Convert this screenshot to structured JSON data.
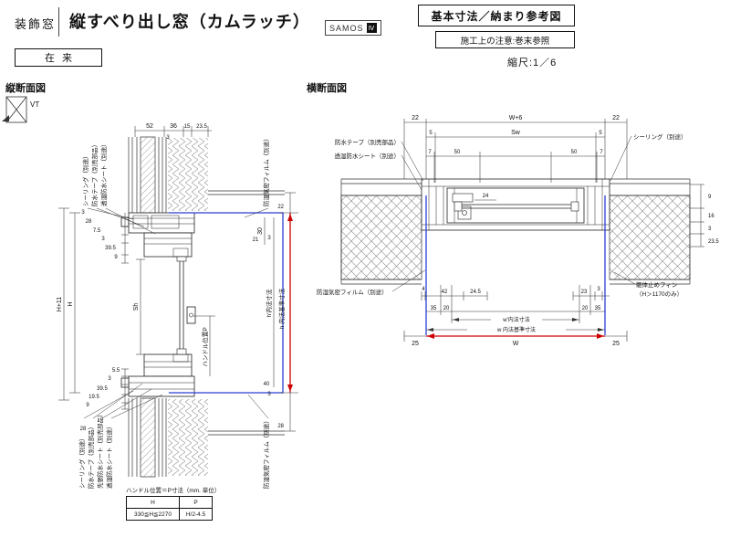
{
  "header": {
    "category": "装飾窓",
    "title": "縦すべり出し窓（カムラッチ）",
    "brand": "SAMOS",
    "brand_mark": "Ⅳ",
    "ref_title": "基本寸法／納まり参考図",
    "construction_note": "施工上の注意:巻末参照",
    "scale": "縮尺:1／6",
    "method": "在来"
  },
  "vertical_section": {
    "title": "縦断面図",
    "symbol": "VT",
    "top_callouts": [
      "シーリング（別途）",
      "防水テープ（別売部品）",
      "透湿防水シート（別途）"
    ],
    "top_right_callout": "防湿気密フィルム（別途）",
    "top_dims": [
      "52",
      "36",
      "15",
      "23.5",
      "3"
    ],
    "left_dims_upper": [
      "3",
      "28",
      "7.5",
      "3",
      "39.5",
      "9"
    ],
    "left_dims_lower": [
      "5.5",
      "3",
      "39.5",
      "19.5",
      "9",
      "28"
    ],
    "height_dims": [
      "H+11",
      "H",
      "Sh"
    ],
    "right_top_dim": "22",
    "right_dims_upper": [
      "30",
      "21",
      "3"
    ],
    "right_labels": [
      "h'内法寸法",
      "h 内法基準寸法"
    ],
    "handle_label": "ハンドル位置P",
    "right_dims_lower": [
      "40",
      "3",
      "28"
    ],
    "bottom_callouts": [
      "シーリング（別途）",
      "防水テープ（別売部品）",
      "先張防水シート（別売部品）",
      "透湿防水シート（別途）"
    ],
    "bottom_right_callout": "防湿気密フィルム（別途）"
  },
  "handle_table": {
    "title": "ハンドル位置＝P寸法（mm. 単位）",
    "col1": "H",
    "col2": "P",
    "row1_col1": "330≦H≦2270",
    "row1_col2": "H/2-4.5"
  },
  "horizontal_section": {
    "title": "横断面図",
    "top_dims": [
      "22",
      "W+6",
      "22",
      "5",
      "Sw",
      "5",
      "7",
      "50",
      "50",
      "7"
    ],
    "left_callouts": [
      "防水テープ（別売部品）",
      "透湿防水シート（別途）",
      "防湿気密フィルム（別途）"
    ],
    "right_callouts": [
      "シーリング（別途）",
      "躯体止めフィン",
      "（H＞1170のみ）"
    ],
    "right_dims": [
      "9",
      "16",
      "3",
      "23.5"
    ],
    "center_dim": "24",
    "left_inner_dims": [
      "4",
      "42",
      "24.5"
    ],
    "right_inner_dims": [
      "23",
      "3"
    ],
    "bottom_dims": [
      "35",
      "20",
      "20",
      "35"
    ],
    "bottom_labels": [
      "w'内法寸法",
      "w 内法基準寸法"
    ],
    "base_dims": [
      "25",
      "W",
      "25"
    ]
  },
  "colors": {
    "dimension_red": "#cc0000",
    "interior_blue": "#2b3fd6"
  }
}
